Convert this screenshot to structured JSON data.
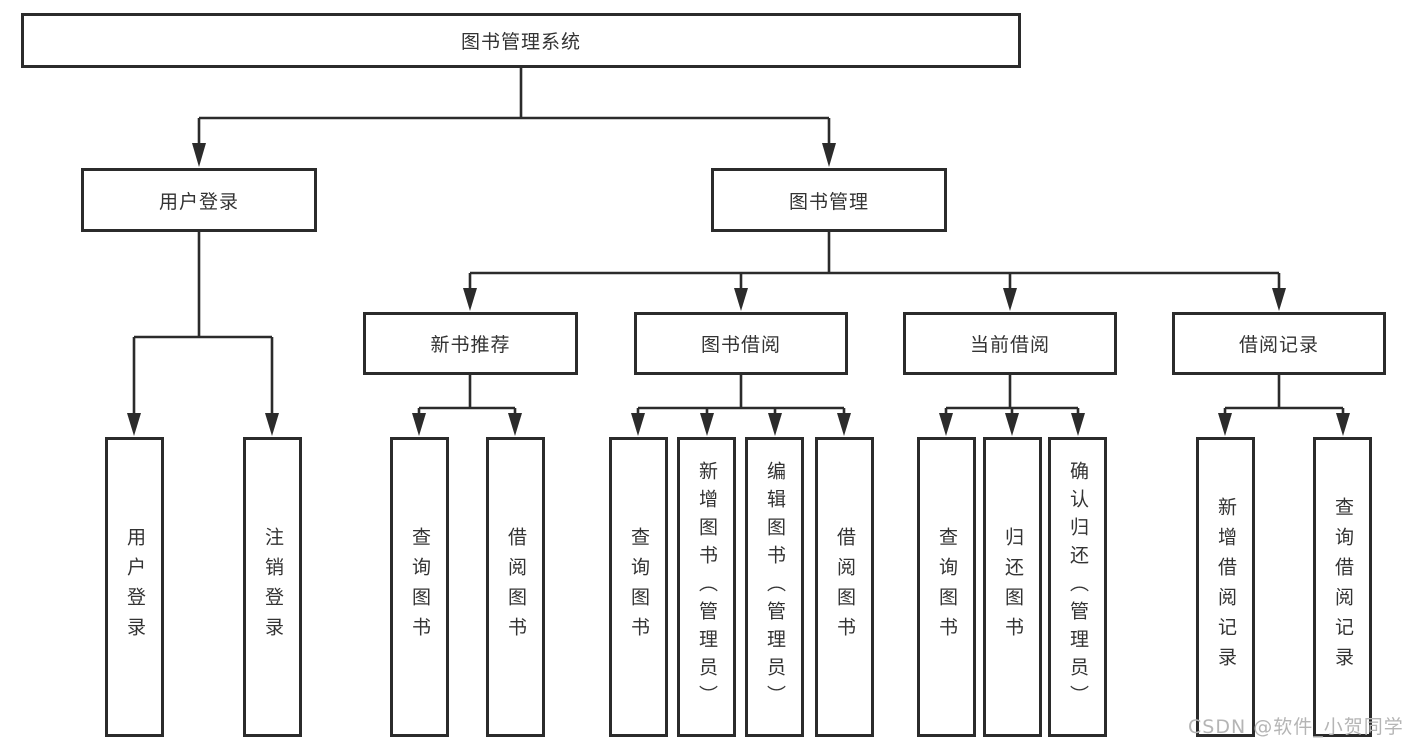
{
  "diagram": {
    "root": {
      "label": "图书管理系统"
    },
    "branches": [
      {
        "label": "用户登录",
        "children": [
          {
            "label": "用户登录"
          },
          {
            "label": "注销登录"
          }
        ]
      },
      {
        "label": "图书管理",
        "children": [
          {
            "label": "新书推荐",
            "children": [
              {
                "label": "查询图书"
              },
              {
                "label": "借阅图书"
              }
            ]
          },
          {
            "label": "图书借阅",
            "children": [
              {
                "label": "查询图书"
              },
              {
                "label": "新增图书（管理员）"
              },
              {
                "label": "编辑图书（管理员）"
              },
              {
                "label": "借阅图书"
              }
            ]
          },
          {
            "label": "当前借阅",
            "children": [
              {
                "label": "查询图书"
              },
              {
                "label": "归还图书"
              },
              {
                "label": "确认归还（管理员）"
              }
            ]
          },
          {
            "label": "借阅记录",
            "children": [
              {
                "label": "新增借阅记录"
              },
              {
                "label": "查询借阅记录"
              }
            ]
          }
        ]
      }
    ]
  },
  "watermark": {
    "text": "CSDN @软件_小贺同学"
  },
  "colors": {
    "line": "#2b2b2b",
    "text": "#333333",
    "watermark_text": "#b5b5b5",
    "background": "#ffffff"
  }
}
